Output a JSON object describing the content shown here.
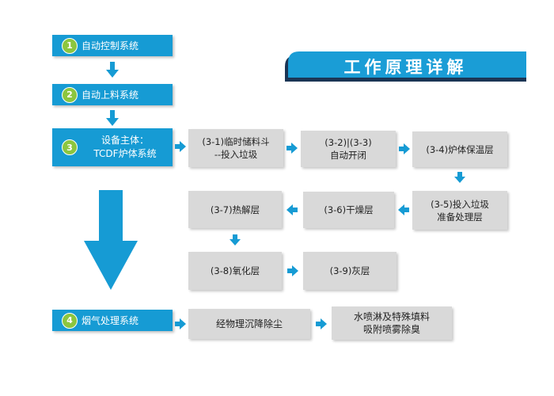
{
  "title": "工作原理详解",
  "colors": {
    "system_blue": "#169bd4",
    "number_green": "#8cc63f",
    "step_grey": "#d9d9d9",
    "title_bar": "#1a9dd6",
    "title_shadow": "#1b3555"
  },
  "systems": [
    {
      "num": "1",
      "label": "自动控制系统"
    },
    {
      "num": "2",
      "label": "自动上料系统"
    },
    {
      "num": "3",
      "label_line1": "设备主体：",
      "label_line2": "TCDF炉体系统"
    },
    {
      "num": "4",
      "label": "烟气处理系统"
    }
  ],
  "steps": {
    "s3_1": {
      "line1": "(3-1)临时储料斗",
      "line2": "--投入垃圾"
    },
    "s3_2": {
      "line1": "(3-2)|(3-3)",
      "line2": "自动开闭"
    },
    "s3_4": {
      "line1": "(3-4)炉体保温层"
    },
    "s3_5": {
      "line1": "(3-5)投入垃圾",
      "line2": "准备处理层"
    },
    "s3_6": {
      "line1": "(3-6)干燥层"
    },
    "s3_7": {
      "line1": "(3-7)热解层"
    },
    "s3_8": {
      "line1": "(3-8)氧化层"
    },
    "s3_9": {
      "line1": "(3-9)灰层"
    },
    "flue_1": {
      "line1": "经物理沉降除尘"
    },
    "flue_2": {
      "line1": "水喷淋及特殊填料",
      "line2": "吸附喷雾除臭"
    }
  }
}
